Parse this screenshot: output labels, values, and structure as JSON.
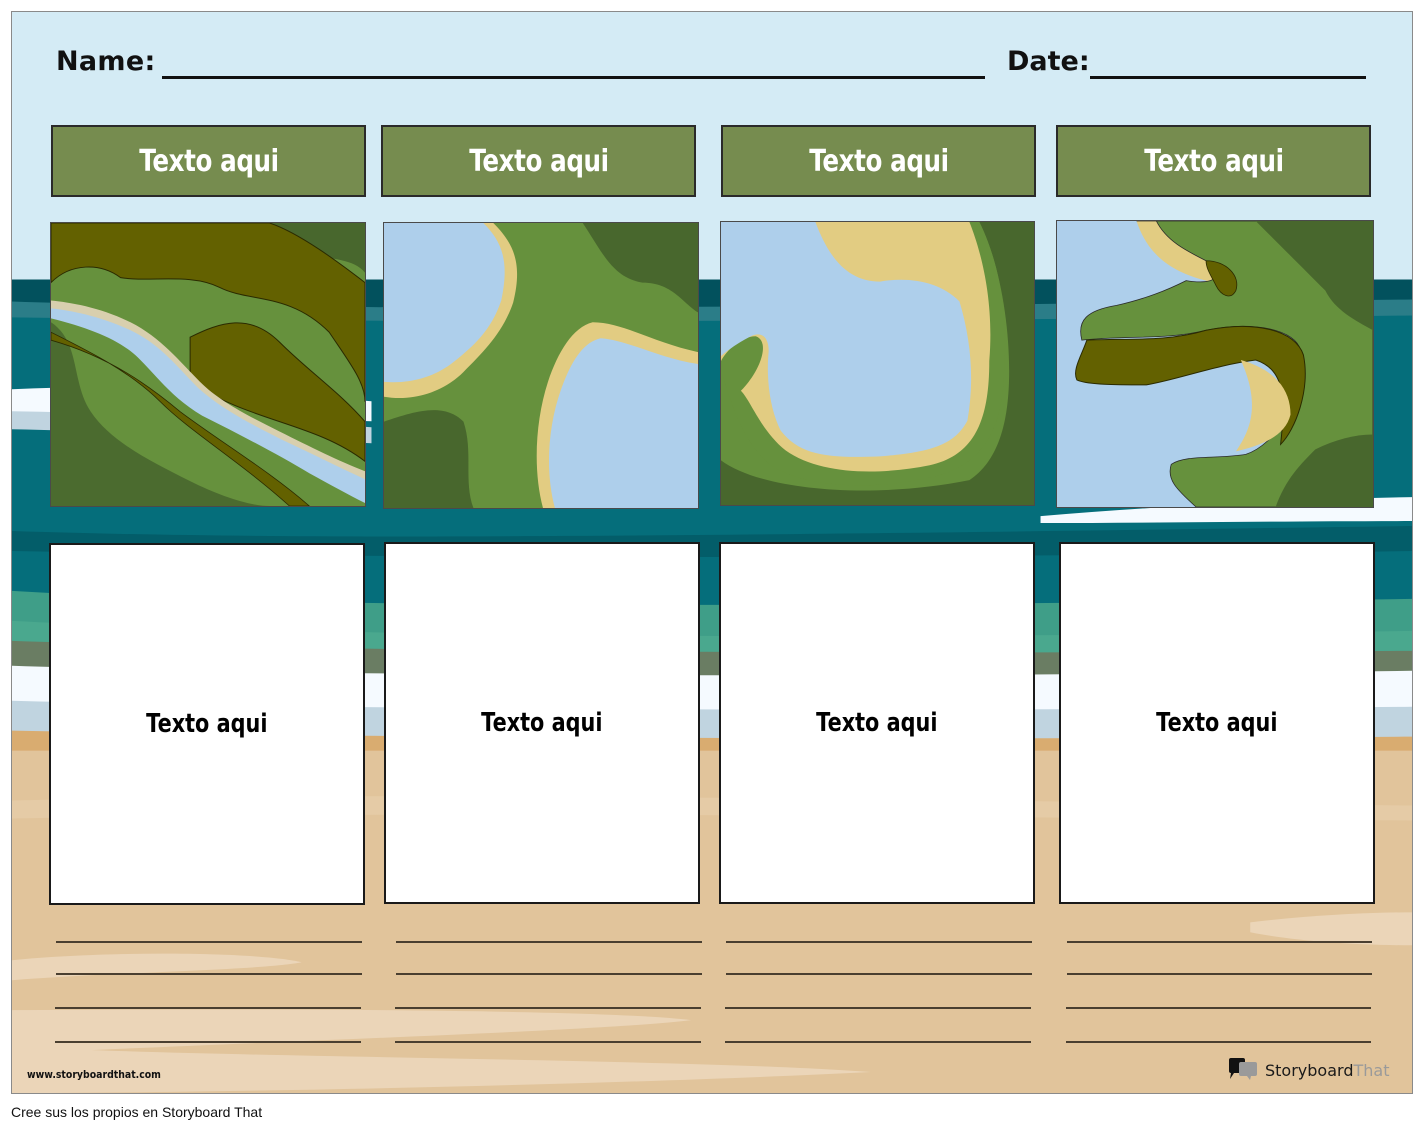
{
  "worksheet": {
    "name_label": "Name:",
    "date_label": "Date:",
    "columns": [
      {
        "header": "Texto aqui",
        "image": "river-valley-illustration",
        "body_text": "Texto aqui",
        "lines": 4
      },
      {
        "header": "Texto aqui",
        "image": "isthmus-illustration",
        "body_text": "Texto aqui",
        "lines": 4
      },
      {
        "header": "Texto aqui",
        "image": "bay-illustration",
        "body_text": "Texto aqui",
        "lines": 4
      },
      {
        "header": "Texto aqui",
        "image": "peninsula-cape-illustration",
        "body_text": "Texto aqui",
        "lines": 4
      }
    ],
    "colors": {
      "header_fill": "#768c4f",
      "sky": "#d4ebf5",
      "ocean": "#056e7b",
      "sand": "#e1c49b",
      "water": "#aecfeb",
      "grass": "#66913d",
      "dark_grass": "#48672d",
      "cliff": "#636100"
    }
  },
  "footer": {
    "site_url": "www.storyboardthat.com",
    "brand_main": "Storyboard",
    "brand_accent": "That"
  },
  "caption": "Cree sus los propios en Storyboard That"
}
